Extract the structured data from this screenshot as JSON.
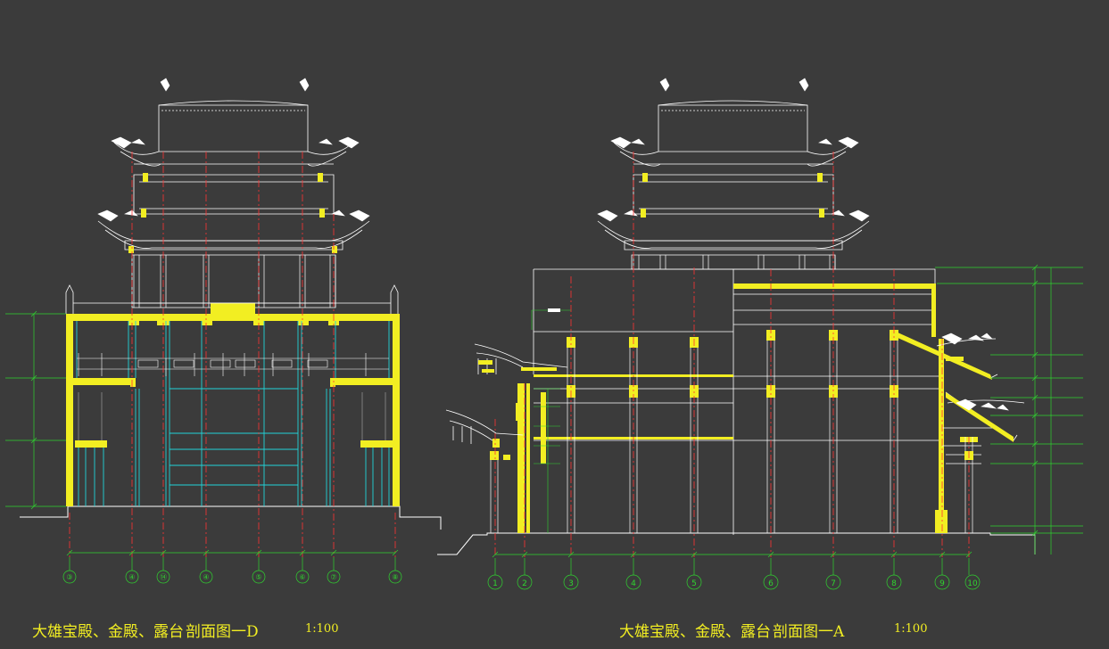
{
  "colors": {
    "background": "#3b3b3b",
    "outline": "#ffffff",
    "wall": "#f2ee22",
    "glass": "#22d3d8",
    "axis": "#ff3333",
    "dim": "#2fd42f"
  },
  "left_drawing": {
    "title": "大雄宝殿、金殿、露台",
    "section_label": "剖面图一D",
    "scale": "1:100",
    "axis_labels": [
      "③",
      "④",
      "⑭",
      "④",
      "⑤",
      "⑥",
      "⑦",
      "⑧"
    ]
  },
  "right_drawing": {
    "title": "大雄宝殿、金殿、露台",
    "section_label": "剖面图一A",
    "scale": "1:100",
    "axis_labels": [
      "1",
      "2",
      "3",
      "4",
      "5",
      "6",
      "7",
      "8",
      "9",
      "10"
    ]
  }
}
